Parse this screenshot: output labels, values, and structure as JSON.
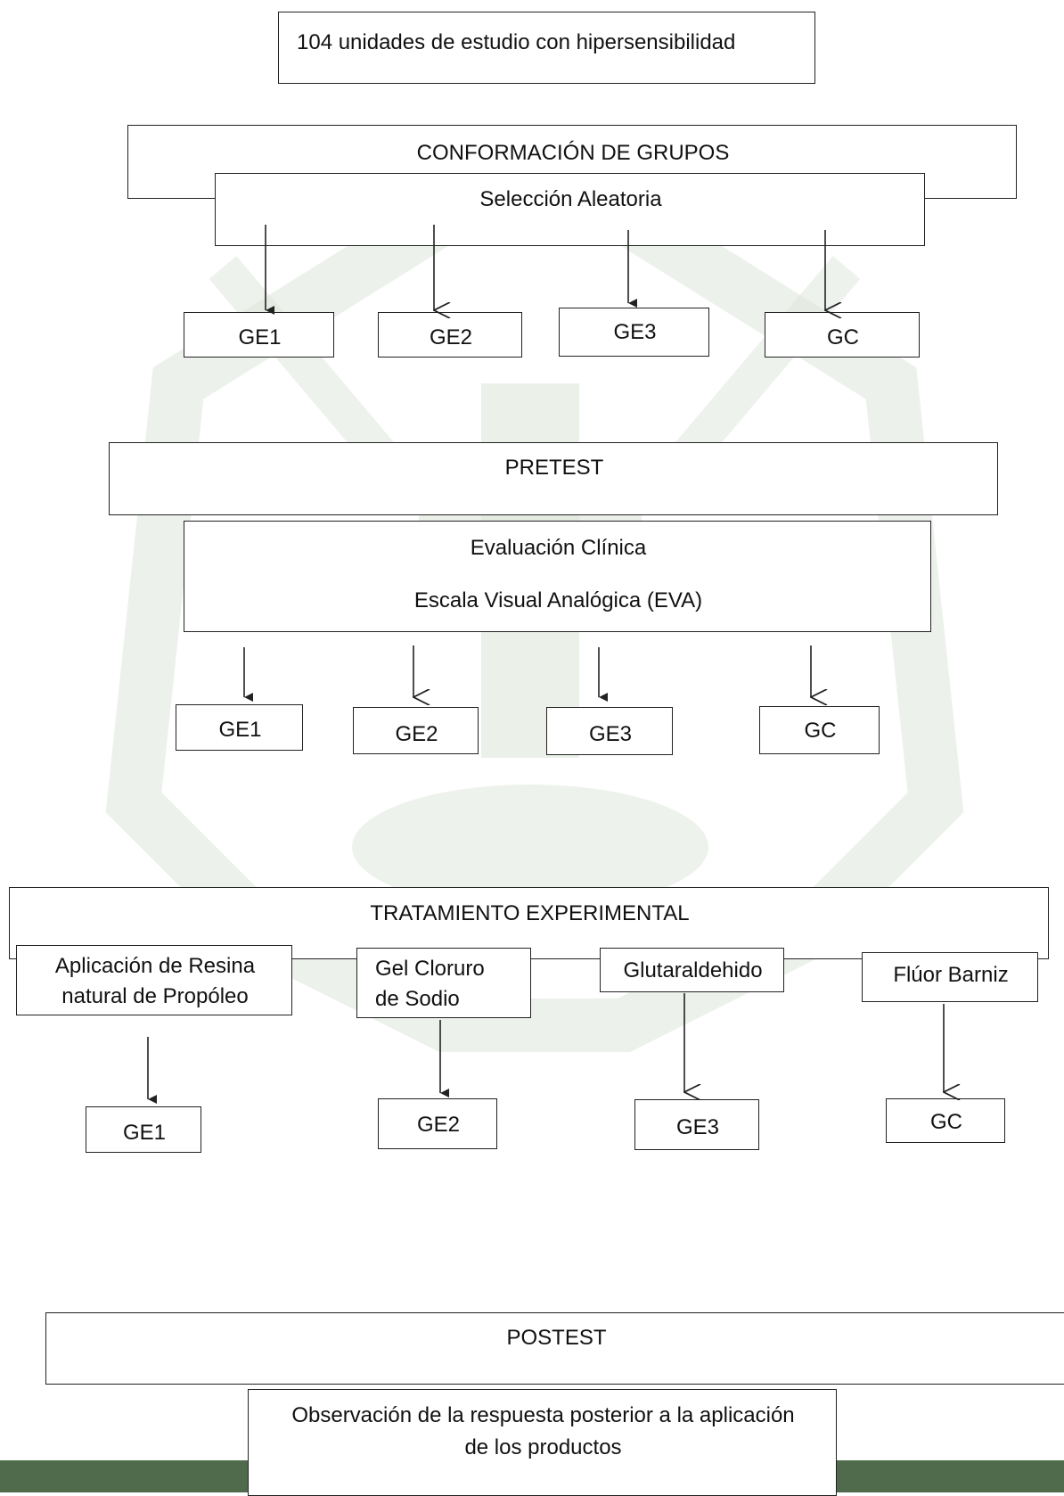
{
  "source": {
    "label": "104 unidades de estudio con hipersensibilidad"
  },
  "grouping": {
    "title": "CONFORMACIÓN DE GRUPOS",
    "selection": "Selección Aleatoria"
  },
  "groups_row1": [
    "GE1",
    "GE2",
    "GE3",
    "GC"
  ],
  "pretest": {
    "title": "PRETEST",
    "evaluation_line1": "Evaluación Clínica",
    "evaluation_line2": "Escala Visual Analógica (EVA)"
  },
  "groups_row2": [
    "GE1",
    "GE2",
    "GE3",
    "GC"
  ],
  "treatment": {
    "title": "TRATAMIENTO EXPERIMENTAL",
    "products": [
      {
        "line1": "Aplicación de Resina",
        "line2": "natural de Propóleo"
      },
      {
        "line1": "Gel Cloruro",
        "line2": "de Sodio"
      },
      {
        "line1": "Glutaraldehido",
        "line2": ""
      },
      {
        "line1": "Flúor Barniz",
        "line2": ""
      }
    ]
  },
  "groups_row3": [
    "GE1",
    "GE2",
    "GE3",
    "GC"
  ],
  "postest": {
    "title": "POSTEST",
    "observation_line1": "Observación de la respuesta posterior a la aplicación",
    "observation_line2": "de los productos"
  },
  "colors": {
    "watermark": "#dde6da",
    "bottom_band": "#4f6b4c",
    "line": "#222222"
  }
}
